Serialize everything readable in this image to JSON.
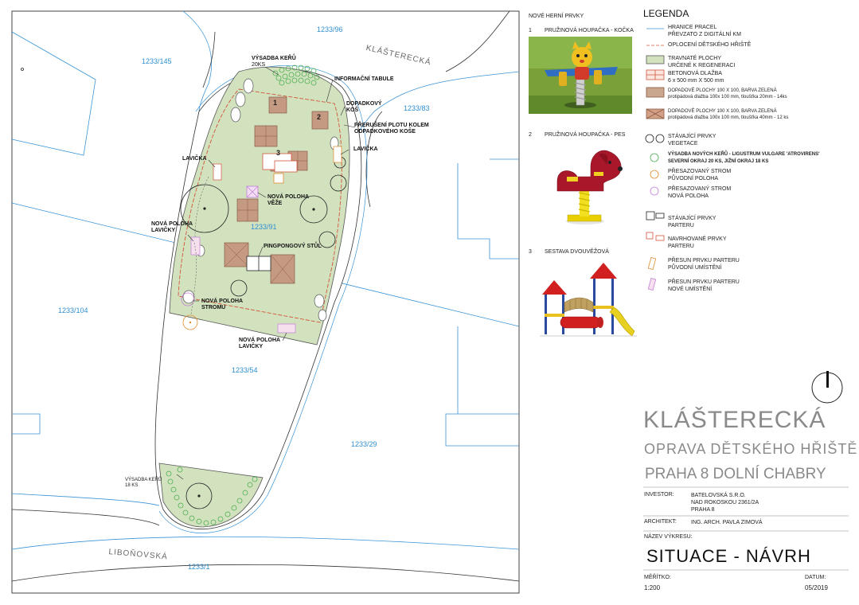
{
  "plan": {
    "parcels": [
      "1233/96",
      "1233/145",
      "1233/83",
      "1233/91",
      "1233/104",
      "1233/54",
      "1233/29",
      "1233/1"
    ],
    "streets": {
      "north": "KLÁŠTERECKÁ",
      "south": "LIBOŇOVSKÁ"
    },
    "labels": {
      "shrubs_planting": "VÝSADBA KEŘŮ",
      "shrubs_count": "20KS",
      "info_board": "INFORMAČNÍ TABULE",
      "bin_1": "DOPADKOVÝ",
      "bin_2": "KOŠ",
      "fence_break_1": "PŘERUŠENÍ PLOTU KOLEM",
      "fence_break_2": "ODPADKOVÉHO KOŠE",
      "bench_left": "LAVIČKA",
      "bench_right": "LAVIČKA",
      "tower_1": "NOVÁ POLOHA",
      "tower_2": "VĚŽE",
      "newbench_1": "NOVÁ POLOHA",
      "newbench_2": "LAVIČKY",
      "pingpong": "PINGPONGOVÝ STŮL",
      "tree_1": "NOVÁ POLOHA",
      "tree_2": "STROMU",
      "newbench2_1": "NOVÁ POLOHA",
      "newbench2_2": "LAVIČKY",
      "shrubs2_1": "VÝSADBA KEŘŮ",
      "shrubs2_2": "18 KS",
      "num1": "1",
      "num2": "2",
      "num3": "3"
    }
  },
  "products": {
    "header": "NOVÉ HERNÍ PRVKY",
    "items": [
      {
        "num": "1",
        "name": "PRUŽINOVÁ HOUPAČKA - KOČKA"
      },
      {
        "num": "2",
        "name": "PRUŽINOVÁ HOUPAČKA - PES"
      },
      {
        "num": "3",
        "name": "SESTAVA DVOUVĚŽOVÁ"
      }
    ]
  },
  "legend": {
    "title": "LEGENDA",
    "items": [
      {
        "l1": "HRANICE PRACEL",
        "l2": "PŘEVZATO Z DIGITÁLNÍ KM",
        "l3": ""
      },
      {
        "l1": "OPLOCENÍ DĚTSKÉHO HŘIŠTĚ",
        "l2": "",
        "l3": ""
      },
      {
        "l1": "TRAVNATÉ PLOCHY",
        "l2": "URČENÉ K REGENERACI",
        "l3": ""
      },
      {
        "l1": "BETONOVÁ DLAŽBA",
        "l2": "6 x 500 mm X 500 mm",
        "l3": ""
      },
      {
        "l1": "DOPADOVÉ PLOCHY 100 X 100, BARVA ZELENÁ",
        "l2": "protipádová dlažba 100x 100 mm, tloušťka 20mm - 14ks",
        "l3": ""
      },
      {
        "l1": "DOPADOVÉ PLOCHY 100 X 100, BARVA ZELENÁ",
        "l2": "protipádová dlažba 100x 100 mm, tloušťka 40mm - 12 ks",
        "l3": ""
      },
      {
        "l1": "STÁVAJÍCÍ PRVKY",
        "l2": "VEGETACE",
        "l3": ""
      },
      {
        "l1": "VÝSADBA NOVÝCH KEŘŮ - LIGUSTRUM VULGARE 'ATROVIRENS'",
        "l2": "SEVERNÍ OKRAJ  20 KS, JIŽNÍ OKRAJ  18 KS",
        "l3": ""
      },
      {
        "l1": "PŘESAZOVANÝ STROM",
        "l2": "PŮVODNÍ POLOHA",
        "l3": ""
      },
      {
        "l1": "PŘESAZOVANÝ STROM",
        "l2": "NOVÁ POLOHA",
        "l3": ""
      },
      {
        "l1": "STÁVAJÍCÍ PRVKY",
        "l2": "PARTERU",
        "l3": ""
      },
      {
        "l1": "NAVRHOVANÉ PRVKY",
        "l2": "PARTERU",
        "l3": ""
      },
      {
        "l1": "PŘESUN PRVKU PARTERU",
        "l2": "PŮVODNÍ UMÍSTĚNÍ",
        "l3": ""
      },
      {
        "l1": "PŘESUN PRVKU PARTERU",
        "l2": "NOVÉ UMÍSTĚNÍ",
        "l3": ""
      }
    ]
  },
  "titleblock": {
    "title1": "KLÁŠTERECKÁ",
    "title2": "OPRAVA DĚTSKÉHO HŘIŠTĚ",
    "title3": "PRAHA 8 DOLNÍ CHABRY",
    "investor_label": "INVESTOR:",
    "investor_1": "BATELOVSKÁ S.R.O.",
    "investor_2": "NAD ROKOSKOU 2361/2A",
    "investor_3": "PRAHA 8",
    "architect_label": "ARCHITEKT:",
    "architect": "ING. ARCH. PAVLA ZIMOVÁ",
    "drawing_label": "NÁZEV VÝKRESU:",
    "drawing_name": "SITUACE - NÁVRH",
    "scale_label": "MĚŘÍTKO:",
    "scale": "1:200",
    "date_label": "DATUM:",
    "date": "05/2019"
  },
  "colors": {
    "grass": "#d2e2bf",
    "parcel_line": "#3a94d6",
    "fence": "#d2553a",
    "shrub_new": "#4caf50",
    "tree_old": "#e08a2c",
    "tree_new": "#c27fd6",
    "paving": "#a8826a"
  }
}
